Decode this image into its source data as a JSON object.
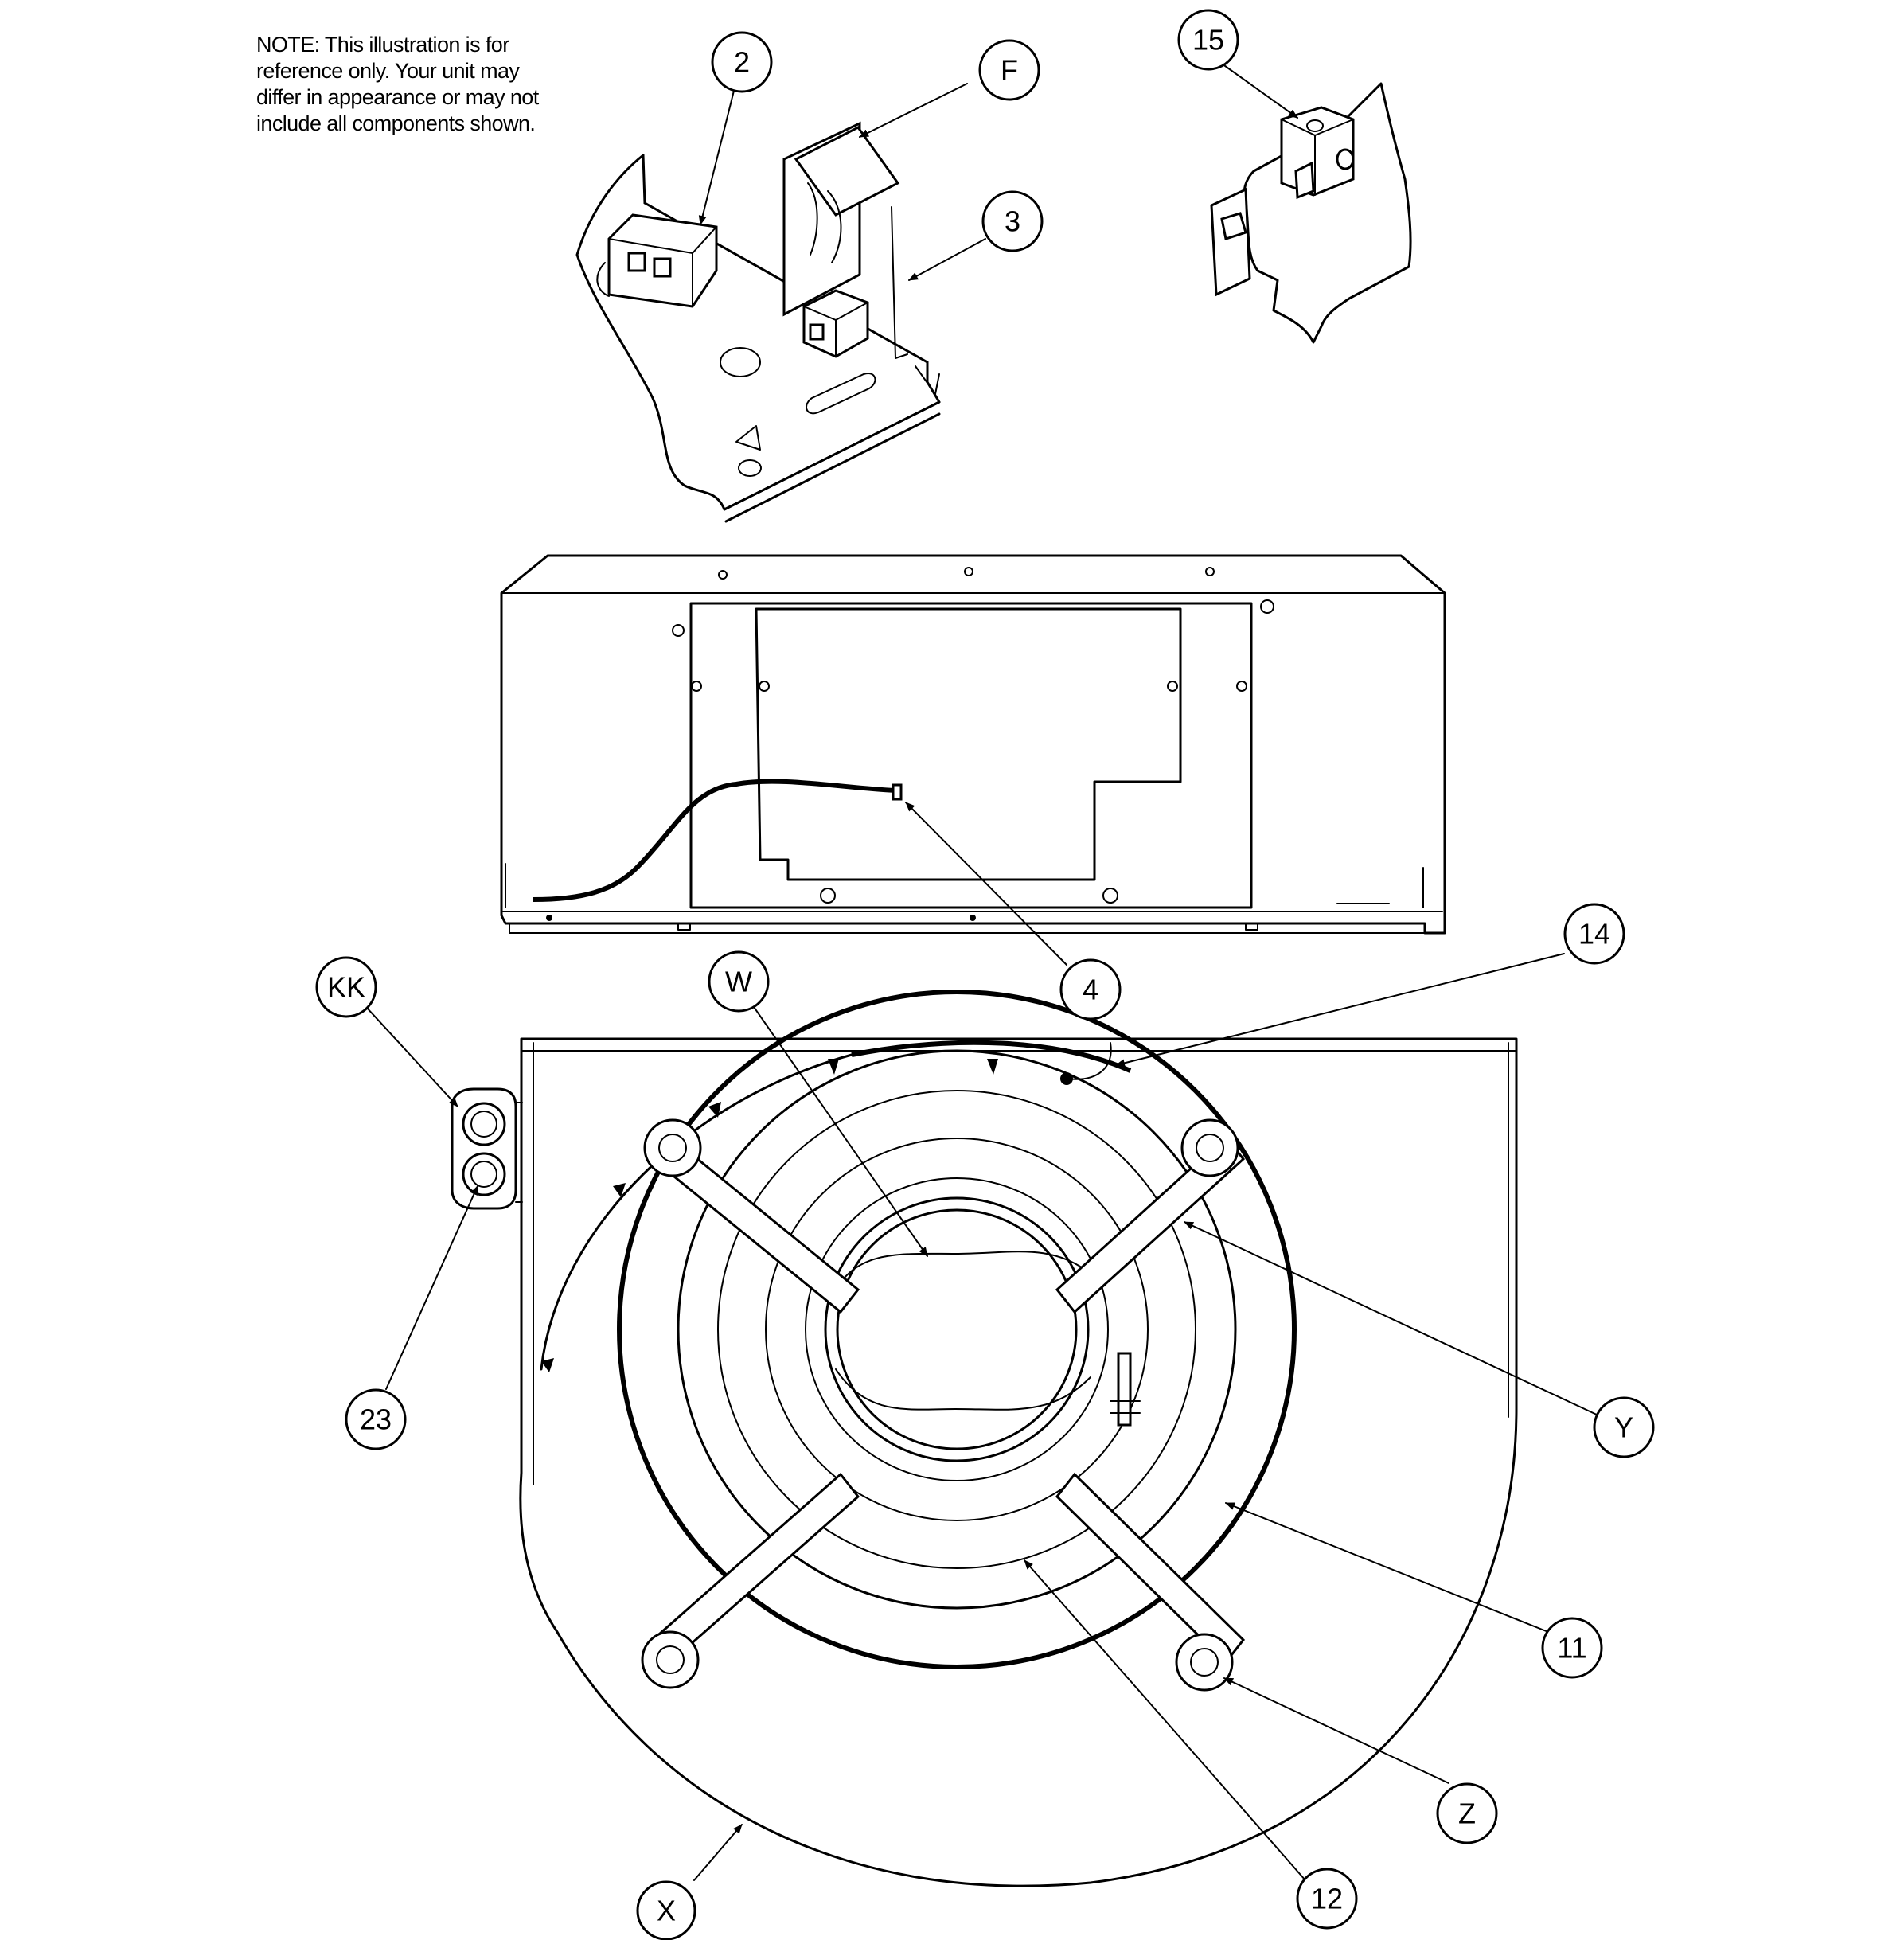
{
  "note": {
    "lines": [
      "NOTE: This illustration is for",
      "reference only. Your unit may",
      "differ in appearance or may not",
      "include all components shown."
    ]
  },
  "callouts": {
    "c2": "2",
    "cF": "F",
    "c15": "15",
    "c3": "3",
    "c4": "4",
    "c14": "14",
    "cKK": "KK",
    "cW": "W",
    "c23": "23",
    "cY": "Y",
    "c11": "11",
    "cZ": "Z",
    "cX": "X",
    "c12": "12"
  }
}
